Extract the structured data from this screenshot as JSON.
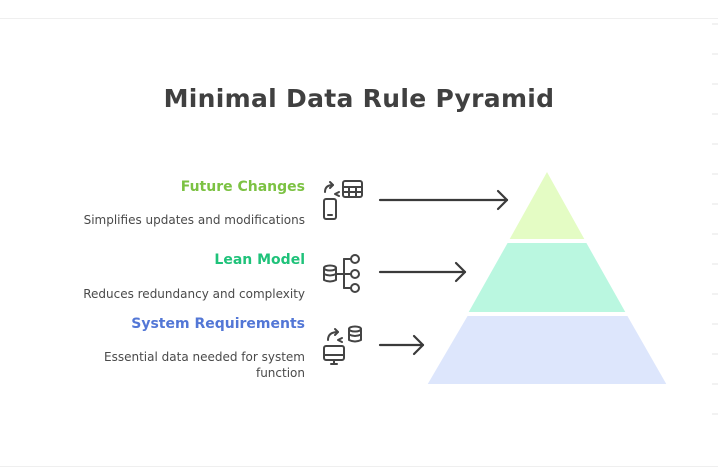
{
  "title": "Minimal Data Rule Pyramid",
  "levels": [
    {
      "title": "Future Changes",
      "description": "Simplifies updates and modifications",
      "title_color": "#7cc243",
      "fill_color": "#e4fcc4",
      "icon": "devices-sync-icon"
    },
    {
      "title": "Lean Model",
      "description": "Reduces redundancy and complexity",
      "title_color": "#1fc27a",
      "fill_color": "#baf7e0",
      "icon": "database-hierarchy-icon"
    },
    {
      "title": "System Requirements",
      "description": "Essential data needed for system function",
      "title_color": "#5377d6",
      "fill_color": "#dde6fc",
      "icon": "database-monitor-sync-icon"
    }
  ]
}
